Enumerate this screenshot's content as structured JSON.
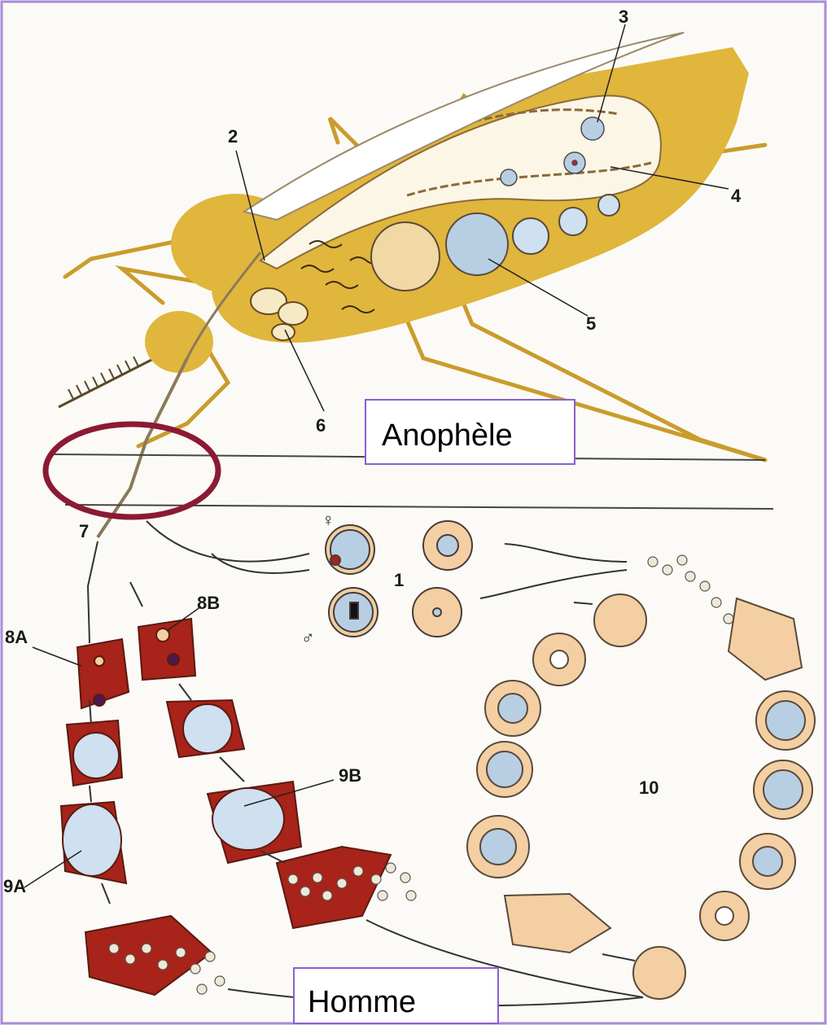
{
  "labels": {
    "host_mosquito": "Anophèle",
    "host_human": "Homme",
    "n1": "1",
    "n2": "2",
    "n3": "3",
    "n4": "4",
    "n5": "5",
    "n6": "6",
    "n7": "7",
    "n8a": "8A",
    "n8b": "8B",
    "n9a": "9A",
    "n9b": "9B",
    "n10": "10",
    "female": "♀",
    "male": "♂"
  },
  "colors": {
    "frame": "#a88bd6",
    "mosquito_body": "#e0b63c",
    "blood_cell": "#f3cfa3",
    "parasite": "#b8cfe3",
    "liver_cell": "#a8231a",
    "highlight_ring": "#8b1a34",
    "label_box_border": "#8a5fd0"
  }
}
